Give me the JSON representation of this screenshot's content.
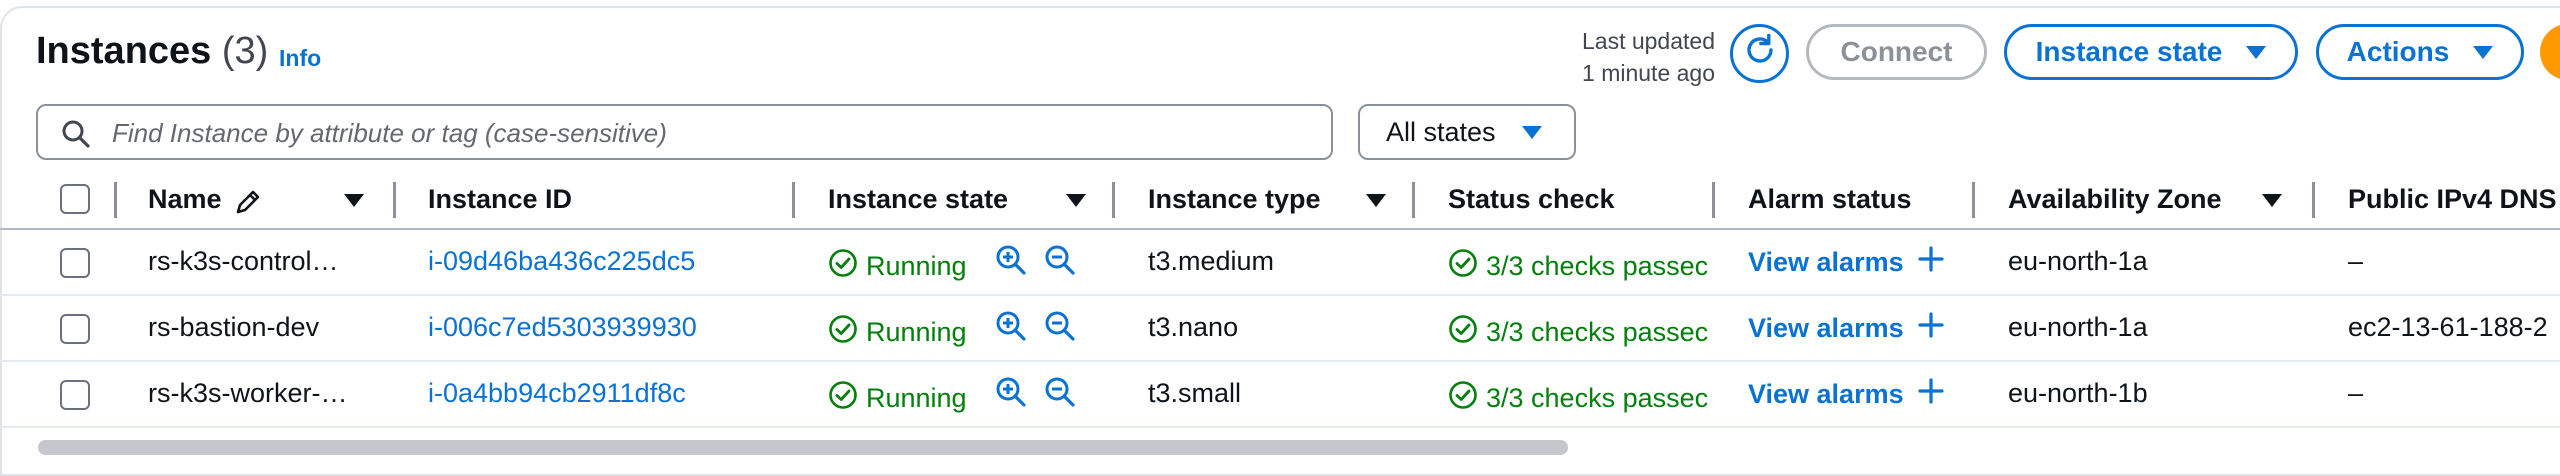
{
  "header": {
    "title": "Instances",
    "count": "(3)",
    "info_label": "Info",
    "last_updated_line1": "Last updated",
    "last_updated_line2": "1 minute ago",
    "connect_label": "Connect",
    "instance_state_label": "Instance state",
    "actions_label": "Actions"
  },
  "filter": {
    "search_placeholder": "Find Instance by attribute or tag (case-sensitive)",
    "state_select": "All states"
  },
  "table": {
    "columns": [
      "Name",
      "Instance ID",
      "Instance state",
      "Instance type",
      "Status check",
      "Alarm status",
      "Availability Zone",
      "Public IPv4 DNS"
    ],
    "rows": [
      {
        "name": "rs-k3s-control…",
        "instance_id": "i-09d46ba436c225dc5",
        "state": "Running",
        "type": "t3.medium",
        "status_check": "3/3 checks passec",
        "alarm": "View alarms",
        "az": "eu-north-1a",
        "dns": "–"
      },
      {
        "name": "rs-bastion-dev",
        "instance_id": "i-006c7ed5303939930",
        "state": "Running",
        "type": "t3.nano",
        "status_check": "3/3 checks passec",
        "alarm": "View alarms",
        "az": "eu-north-1a",
        "dns": "ec2-13-61-188-2"
      },
      {
        "name": "rs-k3s-worker-…",
        "instance_id": "i-0a4bb94cb2911df8c",
        "state": "Running",
        "type": "t3.small",
        "status_check": "3/3 checks passec",
        "alarm": "View alarms",
        "az": "eu-north-1b",
        "dns": "–"
      }
    ]
  },
  "icons": {
    "refresh": "refresh-icon",
    "search": "search-icon",
    "edit": "pencil-icon",
    "running": "check-circle-icon",
    "zoom_in": "zoom-in-icon",
    "zoom_out": "zoom-out-icon",
    "add": "plus-icon"
  },
  "colors": {
    "link": "#0972d3",
    "success": "#037f0c",
    "border": "#8c9199",
    "disabled": "#b4b9c0",
    "accent_orange": "#ff9900"
  }
}
